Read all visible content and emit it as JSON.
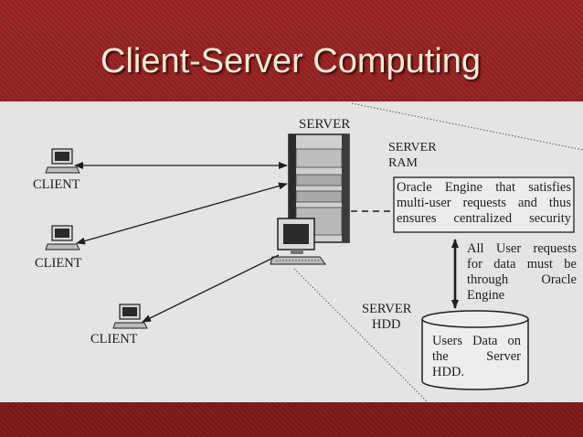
{
  "slide": {
    "title": "Client-Server Computing"
  },
  "diagram": {
    "server_label": "SERVER",
    "server_ram_label_line1": "SERVER",
    "server_ram_label_line2": "RAM",
    "server_hdd_label_line1": "SERVER",
    "server_hdd_label_line2": "HDD",
    "clients": [
      {
        "label": "CLIENT"
      },
      {
        "label": "CLIENT"
      },
      {
        "label": "CLIENT"
      }
    ],
    "ram_box": {
      "lines": [
        "Oracle Engine that satisfies",
        "multi-user requests and thus",
        "ensures centralized security"
      ]
    },
    "arrow_note": {
      "lines": [
        "All User requests",
        "for data must be",
        "through Oracle",
        "Engine"
      ]
    },
    "hdd_cylinder": {
      "lines": [
        "Users Data on",
        "the Server",
        "HDD."
      ]
    }
  },
  "colors": {
    "slide_background": "#8c1c1c",
    "title_text": "#f4ecd3",
    "figure_background": "#e4e4e4",
    "ink": "#1e1e1e"
  }
}
